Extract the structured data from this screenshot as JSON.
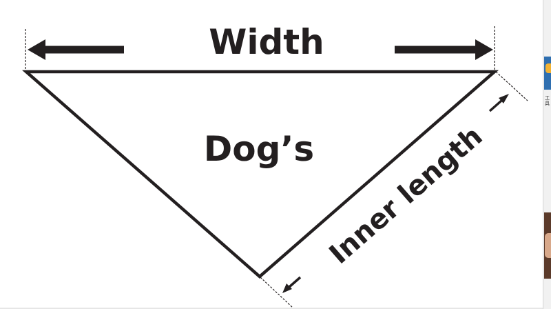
{
  "diagram": {
    "width_label": "Width",
    "center_label": "Dog’s",
    "inner_label": "Inner length",
    "ink_color": "#231f20"
  },
  "side_strip": {
    "text": "工具"
  }
}
